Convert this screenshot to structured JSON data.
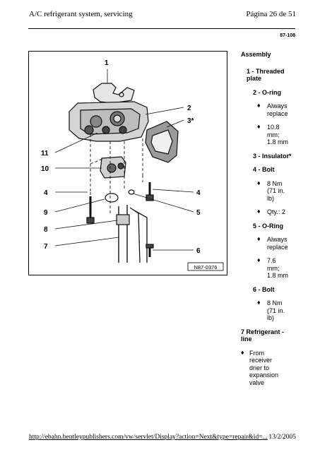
{
  "header": {
    "left": "A/C refrigerant system, servicing",
    "right": "Página 26 de 51"
  },
  "page_number": "87-108",
  "figure": {
    "callouts": [
      "1",
      "2",
      "3*",
      "11",
      "10",
      "4",
      "4",
      "9",
      "5",
      "8",
      "7",
      "6"
    ],
    "figure_id": "N87-0376"
  },
  "legend": {
    "title": "Assembly",
    "item1": "1 - Threaded plate",
    "item2": "2 - O-ring",
    "item2_b1": "Always replace",
    "item2_b2": "10.8 mm; 1.8 mm",
    "item3": "3 - Insulator*",
    "item4": "4 - Bolt",
    "item4_b1": "8 Nm (71 in. lb)",
    "item4_b2": "Qty.: 2",
    "item5": "5 - O-Ring",
    "item5_b1": "Always replace",
    "item5_b2": "7.6 mm; 1.8 mm",
    "item6": "6 - Bolt",
    "item6_b1": "8 Nm (71 in. lb)",
    "item7": "7 Refrigerant - line",
    "item7_b1": "From receiver drier to expansion valve",
    "bullet_glyph": "♦"
  },
  "footer": {
    "url": "http://ebahn.bentleypublishers.com/vw/servlet/Display?action=Next&type=repair&id=...",
    "date": "13/2/2005"
  }
}
